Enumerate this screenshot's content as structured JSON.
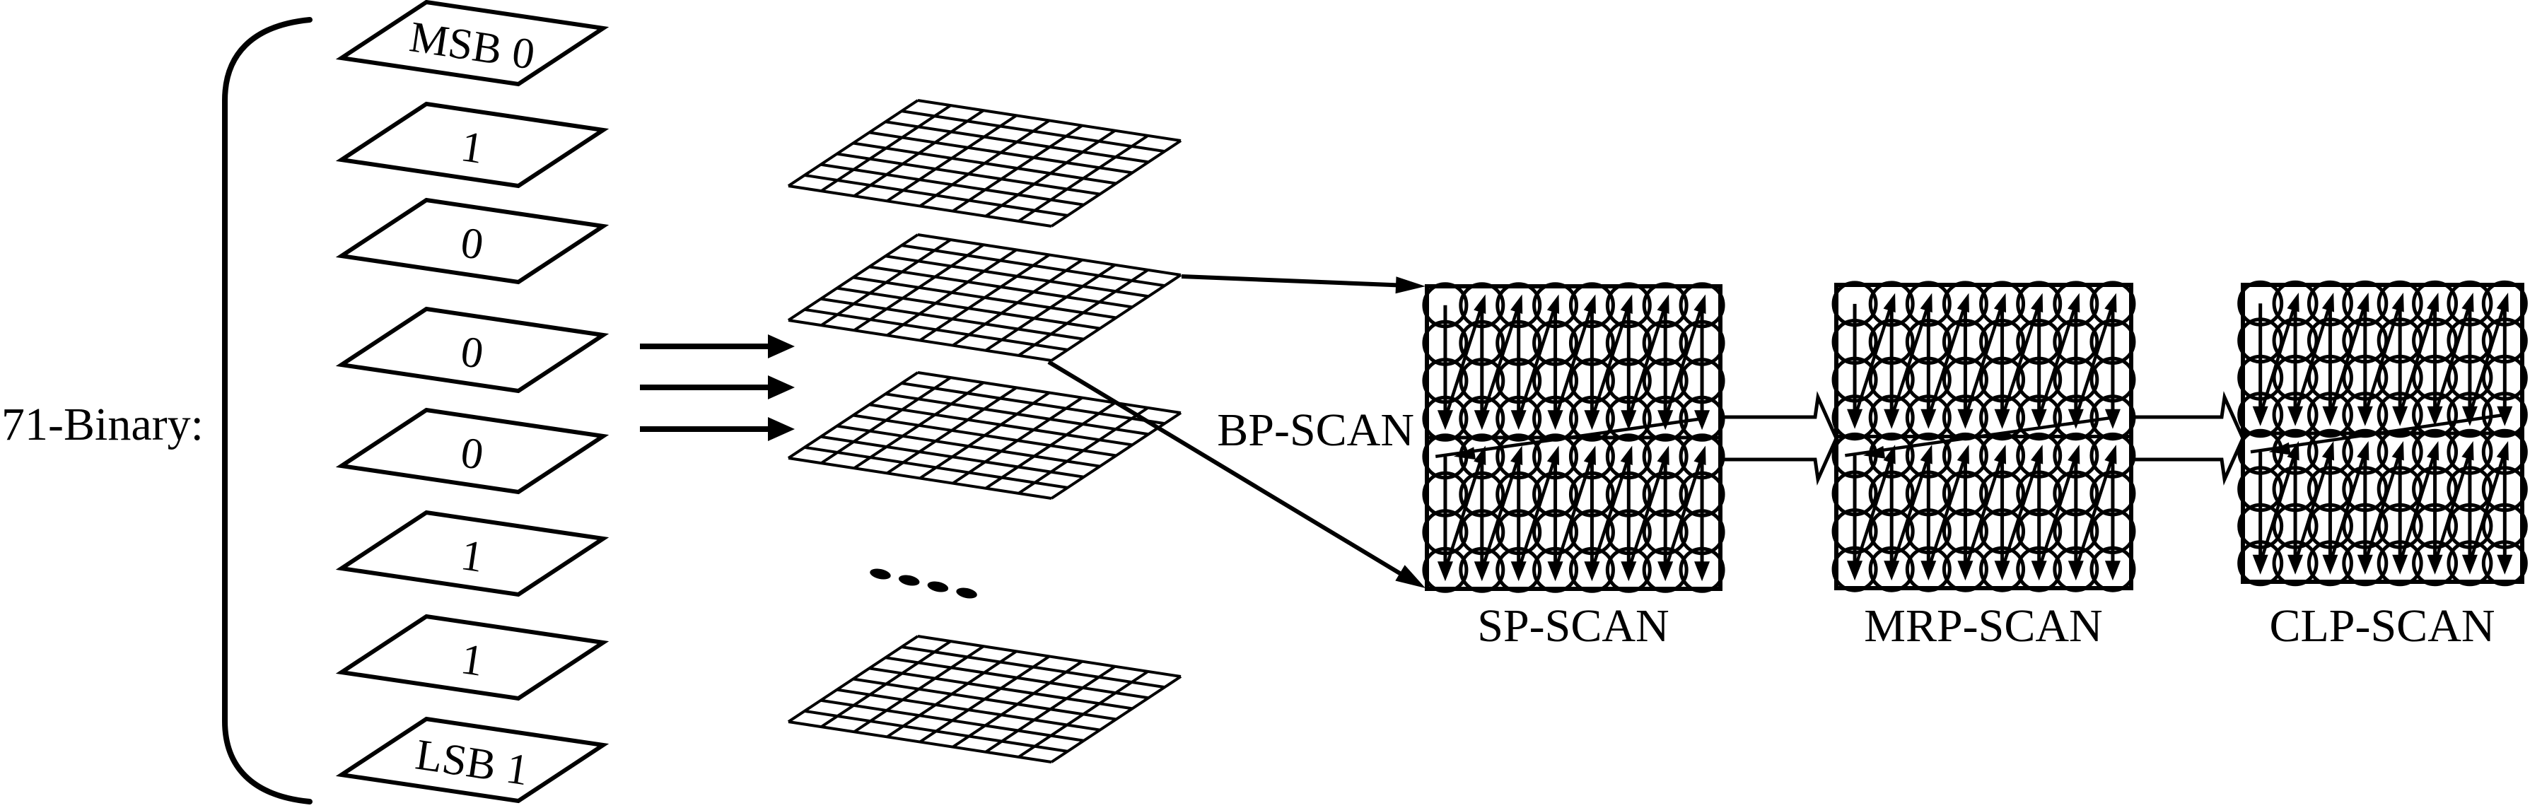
{
  "figure": {
    "left": {
      "binary_label": "71-Binary:",
      "bit_planes": [
        {
          "label": "MSB 0"
        },
        {
          "label": "1"
        },
        {
          "label": "0"
        },
        {
          "label": "0"
        },
        {
          "label": "0"
        },
        {
          "label": "1"
        },
        {
          "label": "1"
        },
        {
          "label": "LSB 1"
        }
      ]
    },
    "middle": {
      "bit_plane_grids": 4,
      "grid_rows": 8,
      "grid_cols": 8,
      "plane_arrows": 3,
      "ellipsis_dots": 4
    },
    "scan": {
      "bp_scan_label": "BP-SCAN",
      "boxes": [
        {
          "label": "SP-SCAN"
        },
        {
          "label": "MRP-SCAN"
        },
        {
          "label": "CLP-SCAN"
        }
      ],
      "box_columns": 8,
      "box_rows_per_half": 4,
      "box_halves": 2
    },
    "colors": {
      "ink": "#000000",
      "background": "#ffffff"
    }
  }
}
